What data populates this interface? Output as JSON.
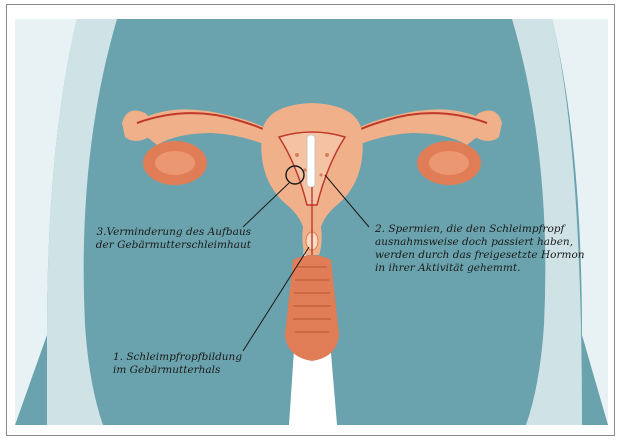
{
  "annotations": {
    "label_3": "3.Verminderung des Aufbaus\nder Gebärmutterschleimhaut",
    "label_2": "2. Spermien, die den Schleimpfropf\nausnahmsweise doch passiert haben,\nwerden durch das freigesetzte Hormon\nin ihrer Aktivität gehemmt.",
    "label_1": "1. Schleimpfropfbildung\nim Gebärmutterhals"
  },
  "colors": {
    "background": "#6aa3ad",
    "background_light": "#b9d6dc",
    "body": "#f0b08a",
    "body_dark": "#e07d57",
    "tube": "#c0392b",
    "iud": "#ffffff"
  }
}
